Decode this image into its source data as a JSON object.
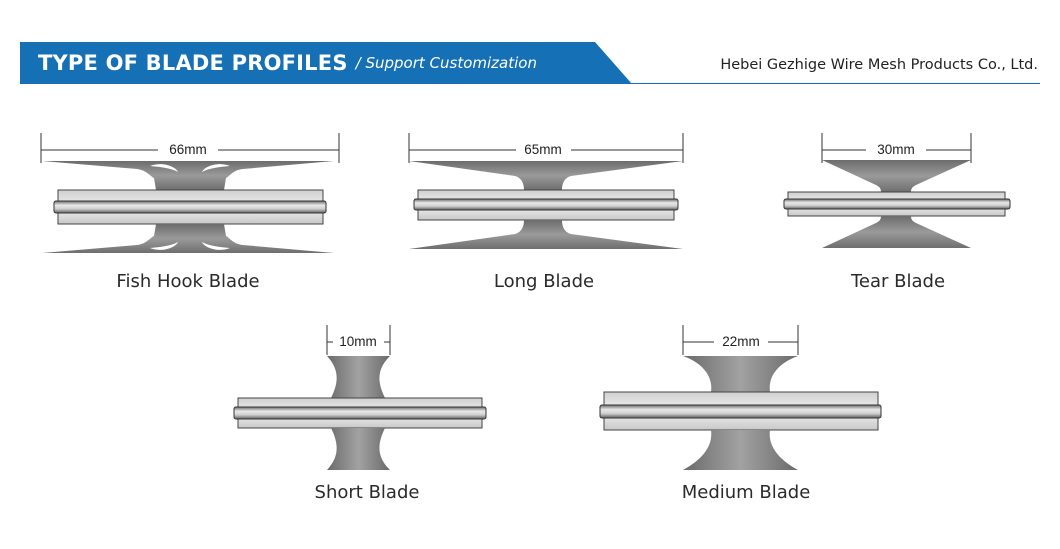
{
  "header": {
    "title": "TYPE OF BLADE PROFILES",
    "subtitle": "/ Support Customization",
    "company": "Hebei Gezhige Wire Mesh Products Co., Ltd.",
    "accent_color": "#1670b5"
  },
  "blades": [
    {
      "name": "Fish Hook Blade",
      "dimension": "66mm"
    },
    {
      "name": "Long Blade",
      "dimension": "65mm"
    },
    {
      "name": "Tear Blade",
      "dimension": "30mm"
    },
    {
      "name": "Short Blade",
      "dimension": "10mm"
    },
    {
      "name": "Medium Blade",
      "dimension": "22mm"
    }
  ]
}
